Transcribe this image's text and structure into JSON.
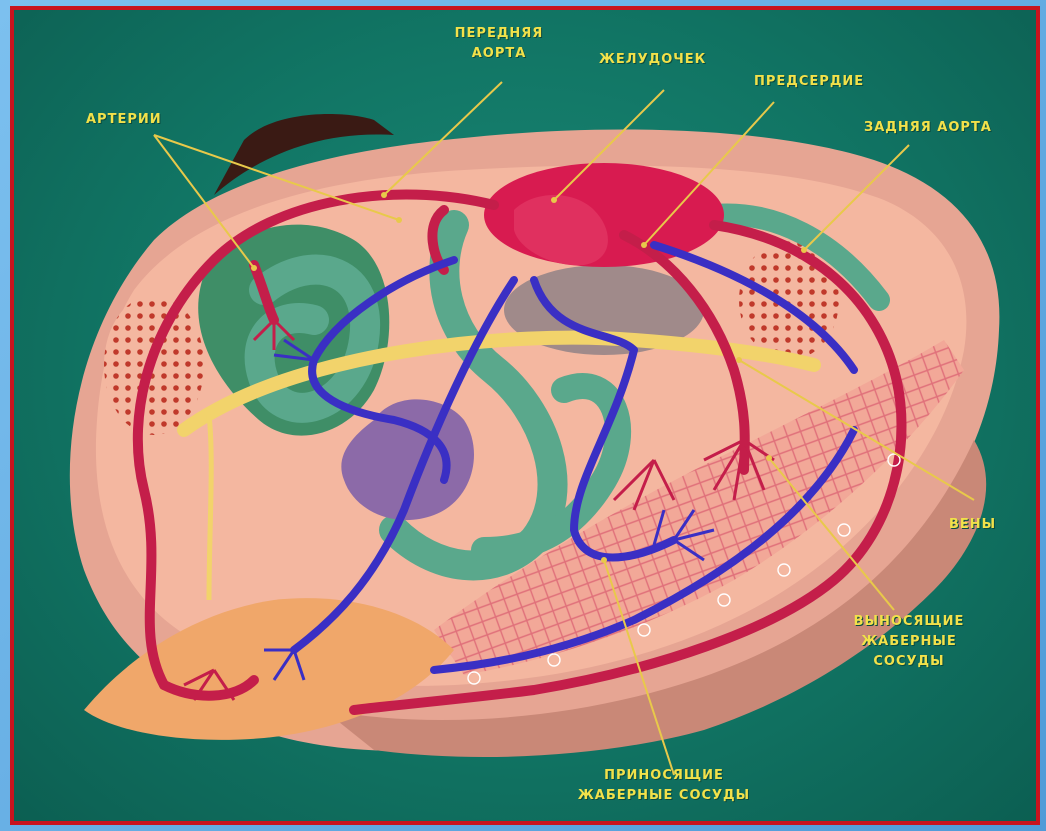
{
  "labels": {
    "front_aorta": {
      "line1": "Передняя",
      "line2": "аорта"
    },
    "ventricle": "Желудочек",
    "atrium": "Предсердие",
    "arteries": "Артерии",
    "rear_aorta": "Задняя аорта",
    "veins": "Вены",
    "efferent": {
      "line1": "Выносящие",
      "line2": "жаберные",
      "line3": "сосуды"
    },
    "afferent": {
      "line1": "Приносящие",
      "line2": "жаберные сосуды"
    }
  },
  "colors": {
    "background": "#117564",
    "frame_border": "#c8141e",
    "label_text": "#f2e14a",
    "artery": "#c41e4a",
    "vein": "#3a2fc4",
    "heart": "#d81b50",
    "intestine": "#5aa88c",
    "mantle": "#f4b7a0",
    "gill": "#e8927c",
    "gonad_dots": "#c0392b",
    "nerve": "#f2d36b",
    "foot": "#f0a76a",
    "stomach": "#8c6aa8",
    "shell_dark": "#3a1a14"
  }
}
